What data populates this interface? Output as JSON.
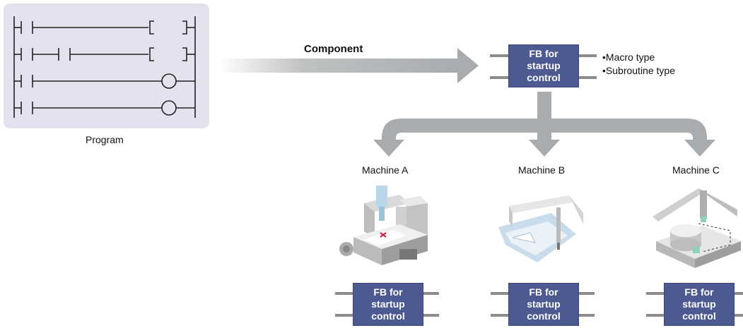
{
  "program": {
    "label": "Program"
  },
  "component": {
    "label": "Component"
  },
  "fb_main": {
    "line1": "FB for",
    "line2": "startup",
    "line3": "control",
    "types": [
      "Macro type",
      "Subroutine type"
    ]
  },
  "machines": [
    {
      "name": "Machine A",
      "fb": {
        "line1": "FB for",
        "line2": "startup",
        "line3": "control"
      }
    },
    {
      "name": "Machine B",
      "fb": {
        "line1": "FB for",
        "line2": "startup",
        "line3": "control"
      }
    },
    {
      "name": "Machine C",
      "fb": {
        "line1": "FB for",
        "line2": "startup",
        "line3": "control"
      }
    }
  ],
  "colors": {
    "fb_fill": "#4d5a92",
    "arrow": "#a9acae",
    "panel": "#e2e3ef"
  }
}
